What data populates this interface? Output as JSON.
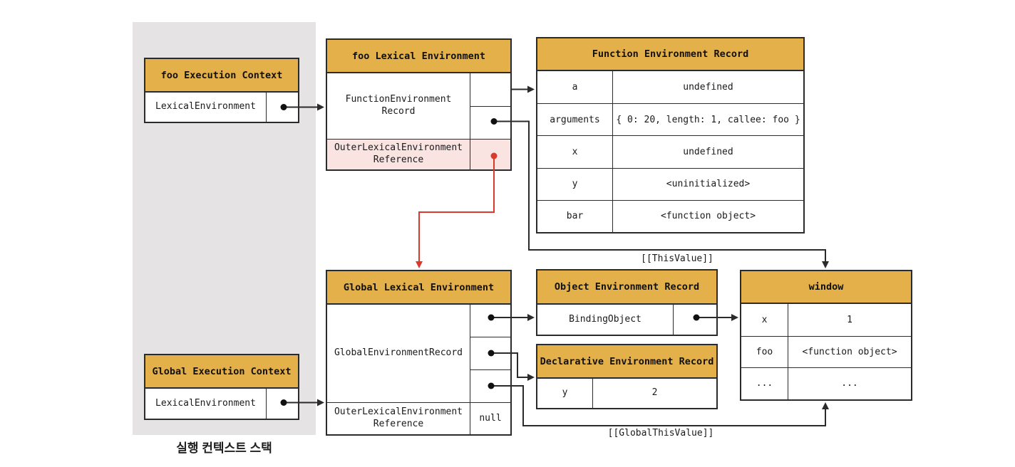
{
  "colors": {
    "gold": "#e4b04a",
    "pink": "#f9e4e1",
    "red": "#d93a2b",
    "panel": "#e5e3e4",
    "line": "#2b2b2b"
  },
  "caption": "실행 컨텍스트 스택",
  "foo_ec": {
    "title": "foo Execution Context",
    "row_label": "LexicalEnvironment"
  },
  "global_ec": {
    "title": "Global Execution Context",
    "row_label": "LexicalEnvironment"
  },
  "foo_le": {
    "title": "foo Lexical Environment",
    "record_line1": "FunctionEnvironment",
    "record_line2": "Record",
    "outer_line1": "OuterLexicalEnvironment",
    "outer_line2": "Reference"
  },
  "fer": {
    "title": "Function Environment Record",
    "rows": [
      {
        "name": "a",
        "value": "undefined"
      },
      {
        "name": "arguments",
        "value": "{ 0: 20, length: 1, callee: foo }"
      },
      {
        "name": "x",
        "value": "undefined"
      },
      {
        "name": "y",
        "value": "<uninitialized>"
      },
      {
        "name": "bar",
        "value": "<function object>"
      }
    ]
  },
  "gle": {
    "title": "Global Lexical Environment",
    "record_label": "GlobalEnvironmentRecord",
    "outer_line1": "OuterLexicalEnvironment",
    "outer_line2": "Reference",
    "outer_value": "null"
  },
  "oer": {
    "title": "Object Environment Record",
    "row_label": "BindingObject"
  },
  "der": {
    "title": "Declarative Environment Record",
    "row_name": "y",
    "row_value": "2"
  },
  "window_obj": {
    "title": "window",
    "rows": [
      {
        "name": "x",
        "value": "1"
      },
      {
        "name": "foo",
        "value": "<function object>"
      },
      {
        "name": "...",
        "value": "..."
      }
    ]
  },
  "labels": {
    "this_value": "[[ThisValue]]",
    "global_this_value": "[[GlobalThisValue]]"
  }
}
